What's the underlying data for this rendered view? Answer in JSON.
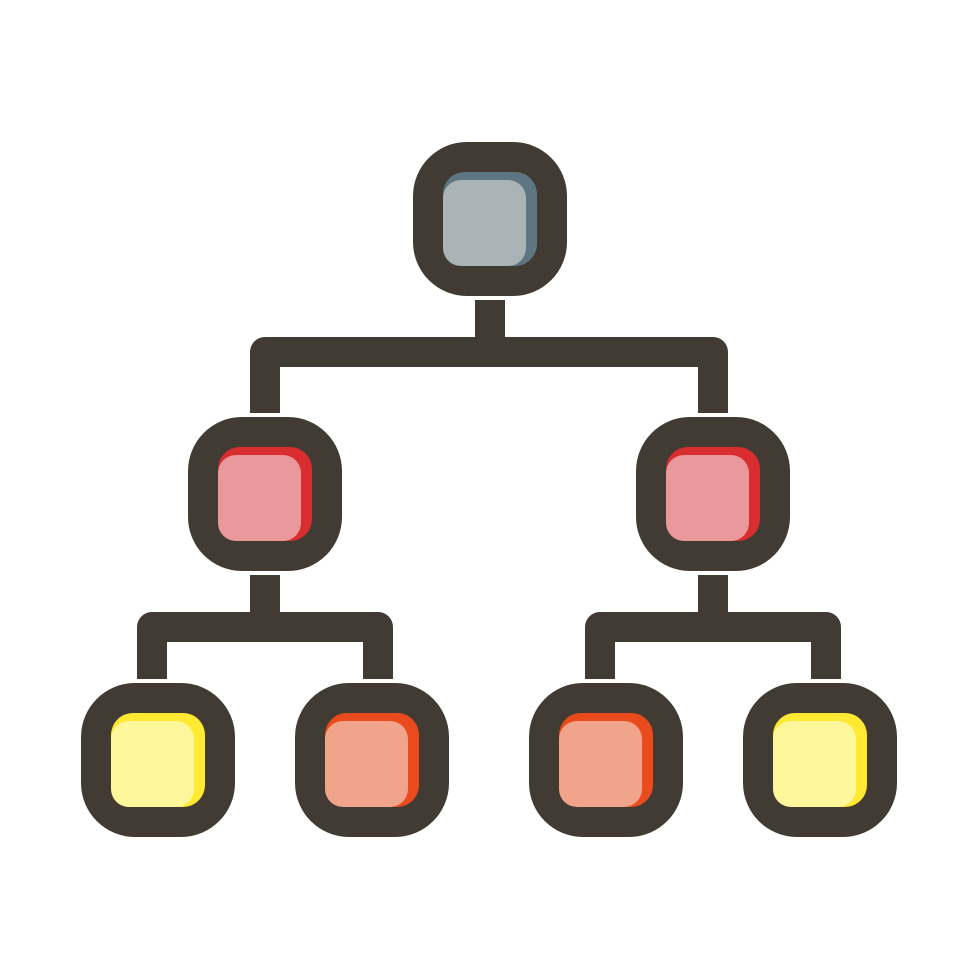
{
  "icon": {
    "name": "hierarchy-icon",
    "colors": {
      "outline": "#413b33",
      "background": "#ffffff",
      "root_fill": "#aab3b6",
      "root_shade": "#5d7681",
      "level1_fill": "#e9999b",
      "level1_shade": "#d92d2f",
      "leaf_warm_fill": "#f1a48c",
      "leaf_warm_shade": "#e94b1c",
      "leaf_yellow_fill": "#fff79c",
      "leaf_yellow_shade": "#ffe933"
    },
    "nodes": [
      {
        "id": "root",
        "icon": "root-node-icon",
        "fill": "root_fill",
        "shade": "root_shade"
      },
      {
        "id": "level1-left",
        "icon": "branch-node-icon",
        "fill": "level1_fill",
        "shade": "level1_shade"
      },
      {
        "id": "level1-right",
        "icon": "branch-node-icon",
        "fill": "level1_fill",
        "shade": "level1_shade"
      },
      {
        "id": "leaf-1",
        "icon": "leaf-node-icon",
        "fill": "leaf_yellow_fill",
        "shade": "leaf_yellow_shade"
      },
      {
        "id": "leaf-2",
        "icon": "leaf-node-icon",
        "fill": "leaf_warm_fill",
        "shade": "leaf_warm_shade"
      },
      {
        "id": "leaf-3",
        "icon": "leaf-node-icon",
        "fill": "leaf_warm_fill",
        "shade": "leaf_warm_shade"
      },
      {
        "id": "leaf-4",
        "icon": "leaf-node-icon",
        "fill": "leaf_yellow_fill",
        "shade": "leaf_yellow_shade"
      }
    ]
  }
}
